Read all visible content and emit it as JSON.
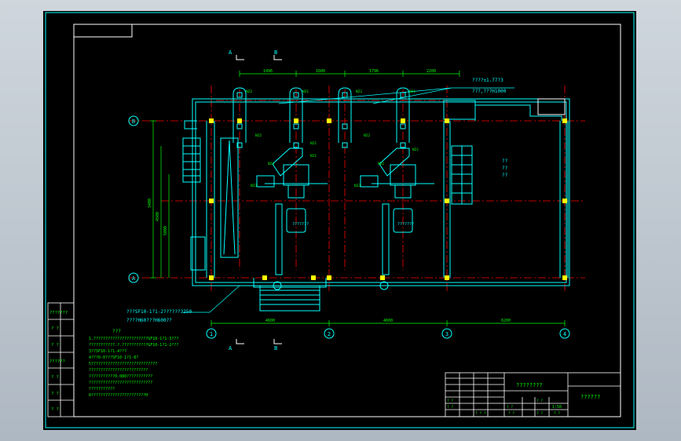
{
  "section_marks": {
    "a": "A",
    "b": "B"
  },
  "grid_rows": {
    "top": "B",
    "bottom": "A"
  },
  "grid_cols": [
    "1",
    "2",
    "3",
    "4"
  ],
  "dims": {
    "top": [
      "1496",
      "1600",
      "1796",
      "2200"
    ],
    "bottom": [
      "4600",
      "4600",
      "6200"
    ],
    "left": [
      "3400",
      "4500",
      "5000"
    ]
  },
  "level_notes": [
    "????±1.77?3",
    "???,???H1000"
  ],
  "pipe_tags": [
    "N22",
    "N21",
    "N22",
    "N21",
    "N21",
    "N22",
    "N21",
    "N22",
    "N23",
    "N21",
    "N22",
    "N23",
    "N23"
  ],
  "bottom_note": [
    "???SF10-1?1-2??????3250",
    "????H60???H600??"
  ],
  "right_room_text": [
    "??",
    "??",
    "??"
  ],
  "motor_labels": [
    "???????",
    "???????"
  ],
  "notes": {
    "title": "???",
    "lines": [
      "1.???????????????????????GF10-1?1-3???",
      "???????????.?.???????????GF10-1?1-2???",
      "3??SF10-1?1-4???",
      "4???0-0???SF10-1?1-8?",
      "5????????????????????????????",
      "?????????????????????????",
      "???????????0.080???????????",
      "???????????????????????????",
      "???????????",
      "8???????????????????????H"
    ]
  },
  "side_table": [
    "???????",
    "? ?",
    "? ?",
    "??????",
    "? ?",
    "? ?",
    "? ?"
  ],
  "title_block": {
    "drawing_title": "????????",
    "company": "??????",
    "scale": "1:50",
    "cells": [
      "? ?",
      "? ?",
      "? ? ?",
      "? ?",
      "? ?",
      "? ?",
      "? ?",
      "? ?"
    ]
  },
  "colors": {
    "background": "#000000",
    "frame": "#00ffff",
    "grid": "#ff0000",
    "drawing": "#00ffff",
    "dimension": "#00ff00",
    "column": "#ffff00",
    "notes": "#00ff00",
    "white": "#ffffff"
  }
}
